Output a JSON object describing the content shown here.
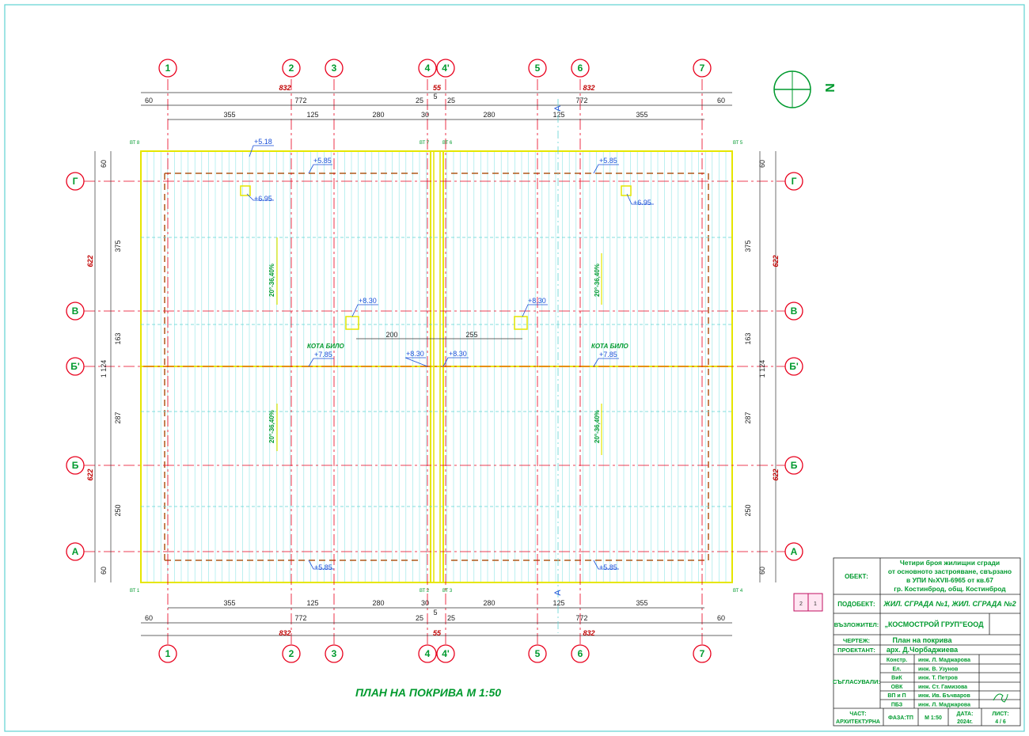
{
  "plan_title": "ПЛАН  НА ПОКРИВА   М 1:50",
  "north_label": "N",
  "axes_vertical": [
    "1",
    "2",
    "3",
    "4",
    "4'",
    "5",
    "6",
    "7"
  ],
  "axes_horizontal": [
    "Г",
    "В",
    "Б'",
    "Б",
    "А"
  ],
  "dims_top": {
    "overall_left": "832",
    "overall_mid": "55",
    "overall_right": "832",
    "row2": [
      "60",
      "772",
      "25",
      "5",
      "25",
      "772",
      "60"
    ],
    "row3": [
      "355",
      "125",
      "280",
      "30",
      "280",
      "125",
      "355"
    ]
  },
  "dims_bottom": {
    "row1": [
      "355",
      "125",
      "280",
      "30",
      "280",
      "125",
      "355"
    ],
    "row2": [
      "60",
      "772",
      "25",
      "5",
      "25",
      "772",
      "60"
    ],
    "overall_left": "832",
    "overall_mid": "55",
    "overall_right": "832"
  },
  "dims_side": {
    "segments": [
      "60",
      "375",
      "163",
      "287",
      "250",
      "60"
    ],
    "total_upper": "622",
    "total_lower": "622",
    "mid": "1 124"
  },
  "dims_inner": [
    "200",
    "255"
  ],
  "elevations": [
    "+5.18",
    "+5.85",
    "+5.85",
    "+6.95",
    "+6.95",
    "+8.30",
    "+8.30",
    "+8.30",
    "+8.30",
    "+7.85",
    "+7.85",
    "+5.85",
    "+5.85"
  ],
  "notes": {
    "ridge_left": "КОТА БИЛО",
    "ridge_right": "КОТА БИЛО",
    "slope": "20°-36,40%"
  },
  "downpipes": [
    "ВТ 8",
    "ВТ 7",
    "ВТ 6",
    "ВТ 5",
    "ВТ 1",
    "ВТ 2",
    "ВТ 3",
    "ВТ 4"
  ],
  "section_marks": [
    "А",
    "А"
  ],
  "mini_plan": [
    "2",
    "1"
  ],
  "title_block": {
    "object_label": "ОБЕКТ:",
    "object_lines": [
      "Четири броя жилищни сгради",
      "от основното застрояване, свързано",
      "в УПИ №XVII-6965 от кв.67",
      "гр. Костинброд, общ. Костинброд"
    ],
    "subobject_label": "ПОДОБЕКТ:",
    "subobject": "ЖИЛ. СГРАДА №1, ЖИЛ. СГРАДА №2",
    "client_label": "ВЪЗЛОЖИТЕЛ:",
    "client": "„КОСМОСТРОЙ ГРУП\"ЕООД",
    "drawing_label": "ЧЕРТЕЖ:",
    "drawing": "План на покрива",
    "designer_label": "ПРОЕКТАНТ:",
    "designer": "арх. Д.Чорбаджиева",
    "approved_label": "СЪГЛАСУВАЛИ:",
    "approvals": [
      {
        "part": "Констр.",
        "name": "инж. Л. Маджарова"
      },
      {
        "part": "Ел.",
        "name": "инж. В. Узунов"
      },
      {
        "part": "ВиК",
        "name": "инж. Т. Петров"
      },
      {
        "part": "ОВК",
        "name": "инж. Ст. Гамизова"
      },
      {
        "part": "ВП и П",
        "name": "инж. Ив. Бъчваров"
      },
      {
        "part": "ПБЗ",
        "name": "инж. Л. Маджарова"
      }
    ],
    "part_label": "ЧАСТ:",
    "part": "АРХИТЕКТУРНА",
    "phase": "ФАЗА:ТП",
    "scale": "М 1:50",
    "date_label": "ДАТА:",
    "date": "2024г.",
    "sheet_label": "ЛИСТ:",
    "sheet": "4 / 6"
  },
  "colors": {
    "grid": "#e8001c",
    "label": "#009a2e",
    "outline": "#e6e600",
    "seam": "#8fe6e6",
    "elev": "#1a4fd8",
    "frame": "#5fd3d3"
  }
}
